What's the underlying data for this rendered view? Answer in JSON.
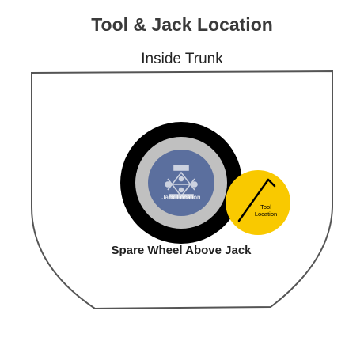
{
  "title": "Tool & Jack Location",
  "subtitle": "Inside Trunk",
  "jack_label": "Jack Location",
  "tool_label_line1": "Tool",
  "tool_label_line2": "Location",
  "spare_label": "Spare Wheel Above Jack",
  "colors": {
    "trunk_outline": "#555555",
    "tire": "#000000",
    "rim": "#c0c0c0",
    "hub": "#5b6f9e",
    "tool_circle": "#f9c900",
    "tool_stroke": "#000000",
    "text_dark": "#222222"
  },
  "icons": {
    "jack": "scissor-jack-icon",
    "tool": "lug-wrench-icon"
  }
}
